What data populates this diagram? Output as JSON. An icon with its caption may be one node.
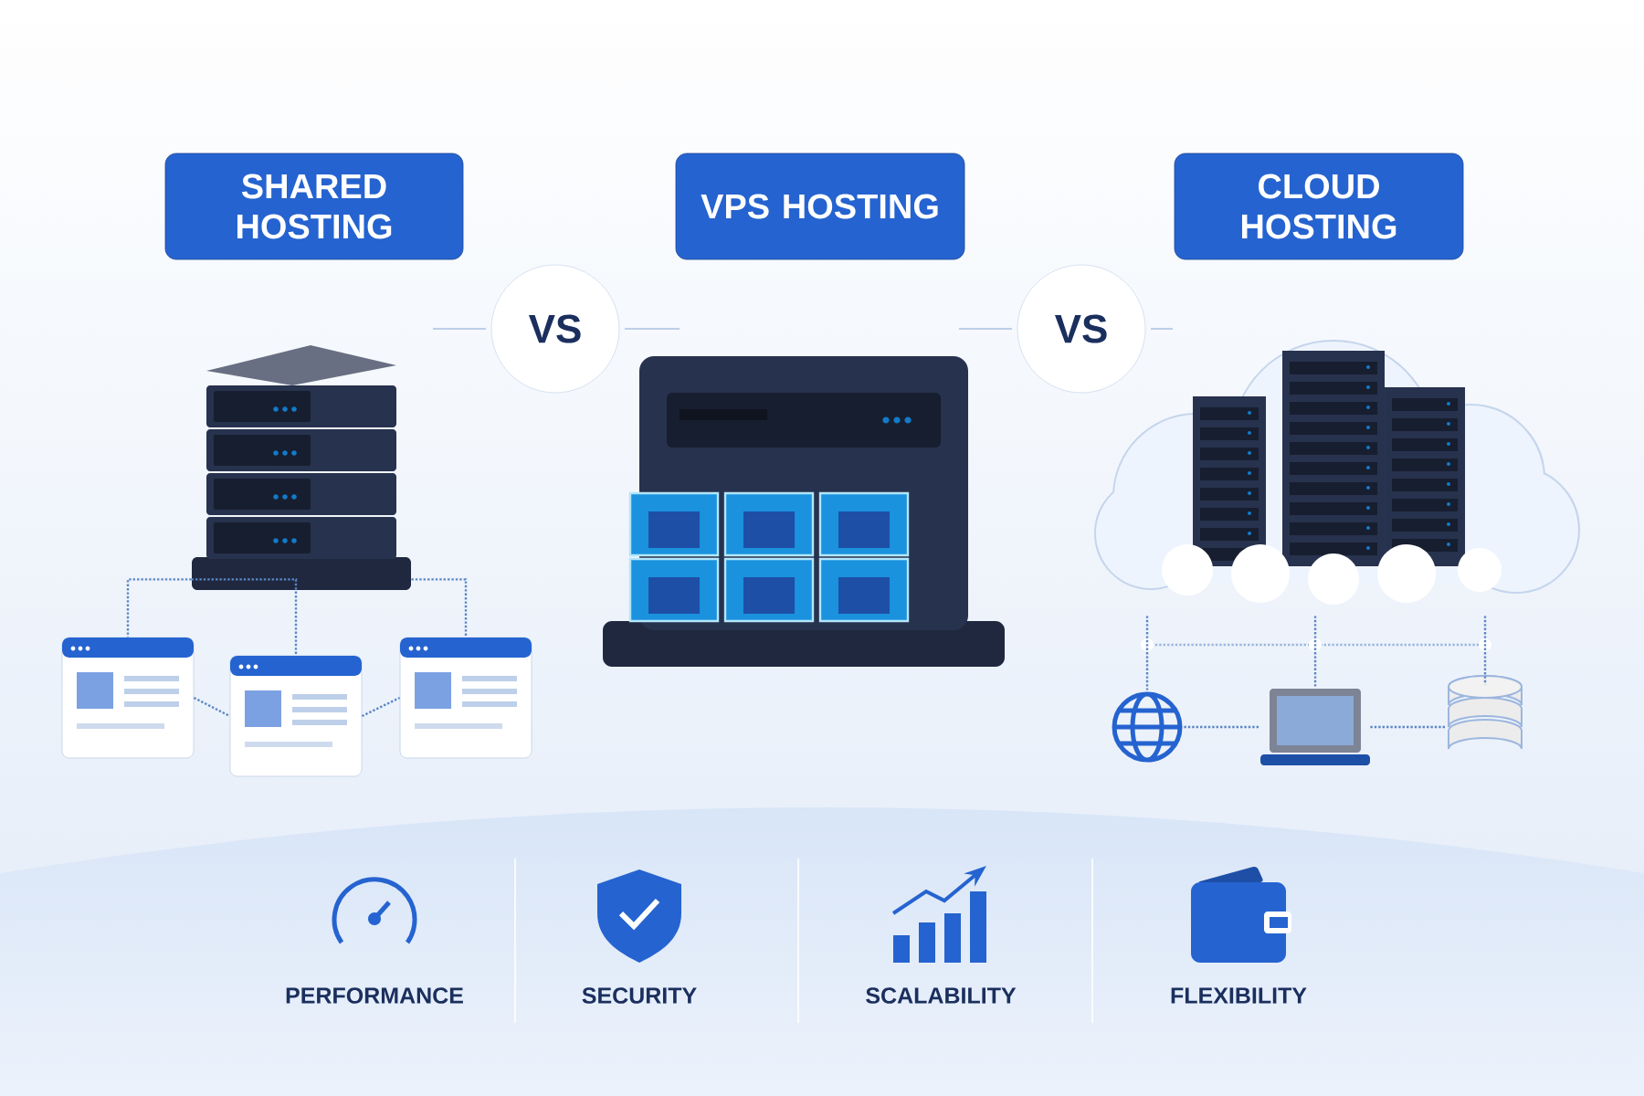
{
  "diagram": {
    "nodes": [
      {
        "text": [
          "SHARED HOSTING"
        ]
      },
      {
        "text": [
          "VS"
        ]
      },
      {
        "text": [
          "VPS HOSTING"
        ]
      },
      {
        "text": [
          "VS"
        ]
      },
      {
        "text": [
          "CLOUD HOSTING"
        ]
      },
      {
        "text": [],
        "shape": "picture"
      },
      {
        "text": [],
        "shape": "picture"
      },
      {
        "text": [],
        "shape": "picture"
      },
      {
        "text": [],
        "shape": "picture"
      },
      {
        "text": [],
        "shape": "picture"
      },
      {
        "text": [],
        "shape": "picture"
      },
      {
        "text": [],
        "shape": "picture"
      },
      {
        "text": [],
        "shape": "picture"
      },
      {
        "text": [],
        "shape": "picture"
      }
    ],
    "edges": [
      {
        "from": 5,
        "to": 6,
        "arrow": "none",
        "style": "dashed"
      },
      {
        "from": 5,
        "to": 7,
        "arrow": "none",
        "style": "dashed"
      },
      {
        "from": 5,
        "to": 8,
        "arrow": "none",
        "style": "dashed"
      },
      {
        "from": 6,
        "to": 7,
        "arrow": "none",
        "style": "dashed"
      },
      {
        "from": 7,
        "to": 8,
        "arrow": "none",
        "style": "dashed"
      },
      {
        "from": 10,
        "to": 11,
        "arrow": "none",
        "style": "dashed"
      },
      {
        "from": 10,
        "to": 12,
        "arrow": "none",
        "style": "dashed"
      },
      {
        "from": 10,
        "to": 13,
        "arrow": "none",
        "style": "dashed"
      },
      {
        "from": 11,
        "to": 12,
        "arrow": "none",
        "style": "dashed"
      },
      {
        "from": 12,
        "to": 13,
        "arrow": "none",
        "style": "dashed"
      }
    ],
    "labels": [
      "PERFORMANCE",
      "SECURITY",
      "SCALABILITY",
      "FLEXIBILITY"
    ]
  }
}
